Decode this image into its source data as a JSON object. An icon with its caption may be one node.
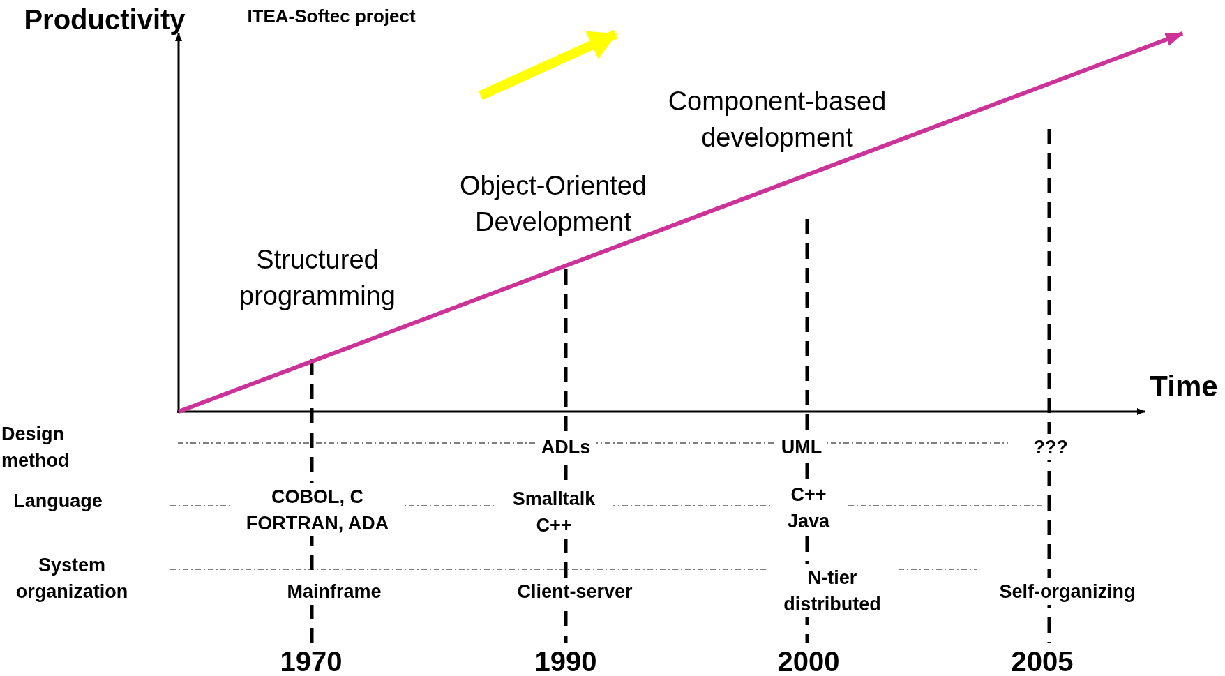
{
  "diagram": {
    "labels": [
      "Productivity",
      "ITEA-Softec project",
      "Component-based development",
      "Object-Oriented Development",
      "Structured programming",
      "Time",
      "Design method",
      "ADLs",
      "UML",
      "???",
      "Language",
      "COBOL, C FORTRAN, ADA",
      "Smalltalk C++",
      "C++ Java",
      "System organization",
      "Mainframe",
      "Client-server",
      "N-tier distributed",
      "Self-organizing",
      "1970",
      "1990",
      "2000",
      "2005"
    ]
  }
}
